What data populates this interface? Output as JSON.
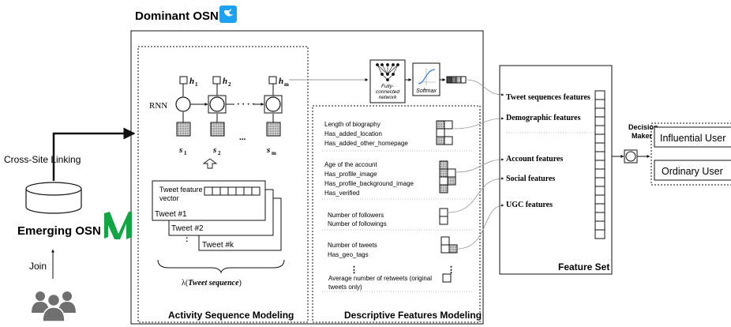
{
  "title": "Dominant OSN",
  "cross_site_label": "Cross-Site Linking",
  "emerging_label": "Emerging OSN",
  "join_label": "Join",
  "activity": {
    "section_title": "Activity Sequence Modeling",
    "rnn_label": "RNN",
    "h_labels": [
      "h",
      "h",
      "h"
    ],
    "h_subs": [
      "1",
      "2",
      "m"
    ],
    "s_labels": [
      "s",
      "s",
      "s"
    ],
    "s_subs": [
      "1",
      "2",
      "m"
    ],
    "ellipsis": "...",
    "tweet_feature_label": "Tweet feature",
    "vector_label": "vector",
    "tweet1": "Tweet #1",
    "tweet2": "Tweet #2",
    "tweetk": "Tweet #k",
    "tweet_dots": ":",
    "lambda_label": "λ(",
    "lambda_seq": "Tweet sequence",
    "lambda_close": ")"
  },
  "fc_network": {
    "line1": "Fully-",
    "line2": "connected",
    "line3": "network"
  },
  "softmax_label": "Softmax",
  "descriptive": {
    "section_title": "Descriptive Features Modeling",
    "group1": [
      "Length of biography",
      "Has_added_location",
      "Has_added_other_homepage"
    ],
    "group2": [
      "Age of the account",
      "Has_profile_image",
      "Has_profile_background_image",
      "Has_verified"
    ],
    "group3": [
      "Number of followers",
      "Number of followings"
    ],
    "group4": [
      "Number of tweets",
      "Has_geo_tags"
    ],
    "dots": "⋮",
    "group5_line1": "Average number of retweets (original",
    "group5_line2": "tweets only)"
  },
  "feature_set": {
    "title": "Feature Set",
    "labels": [
      "Tweet sequences features",
      "Demographic features",
      "Account features",
      "Social features",
      "UGC features"
    ]
  },
  "decision": {
    "line1": "Decision",
    "line2": "Maker",
    "influential": "Influential User",
    "ordinary": "Ordinary User"
  },
  "colors": {
    "twitter_blue": "#1DA1F2",
    "medium_green": "#12a544",
    "people_gray": "#6f6f6f"
  },
  "icons": [
    "twitter-logo-icon",
    "medium-logo-icon",
    "users-group-icon",
    "database-icon",
    "neural-network-icon",
    "softmax-curve-icon",
    "up-arrow-icon"
  ]
}
